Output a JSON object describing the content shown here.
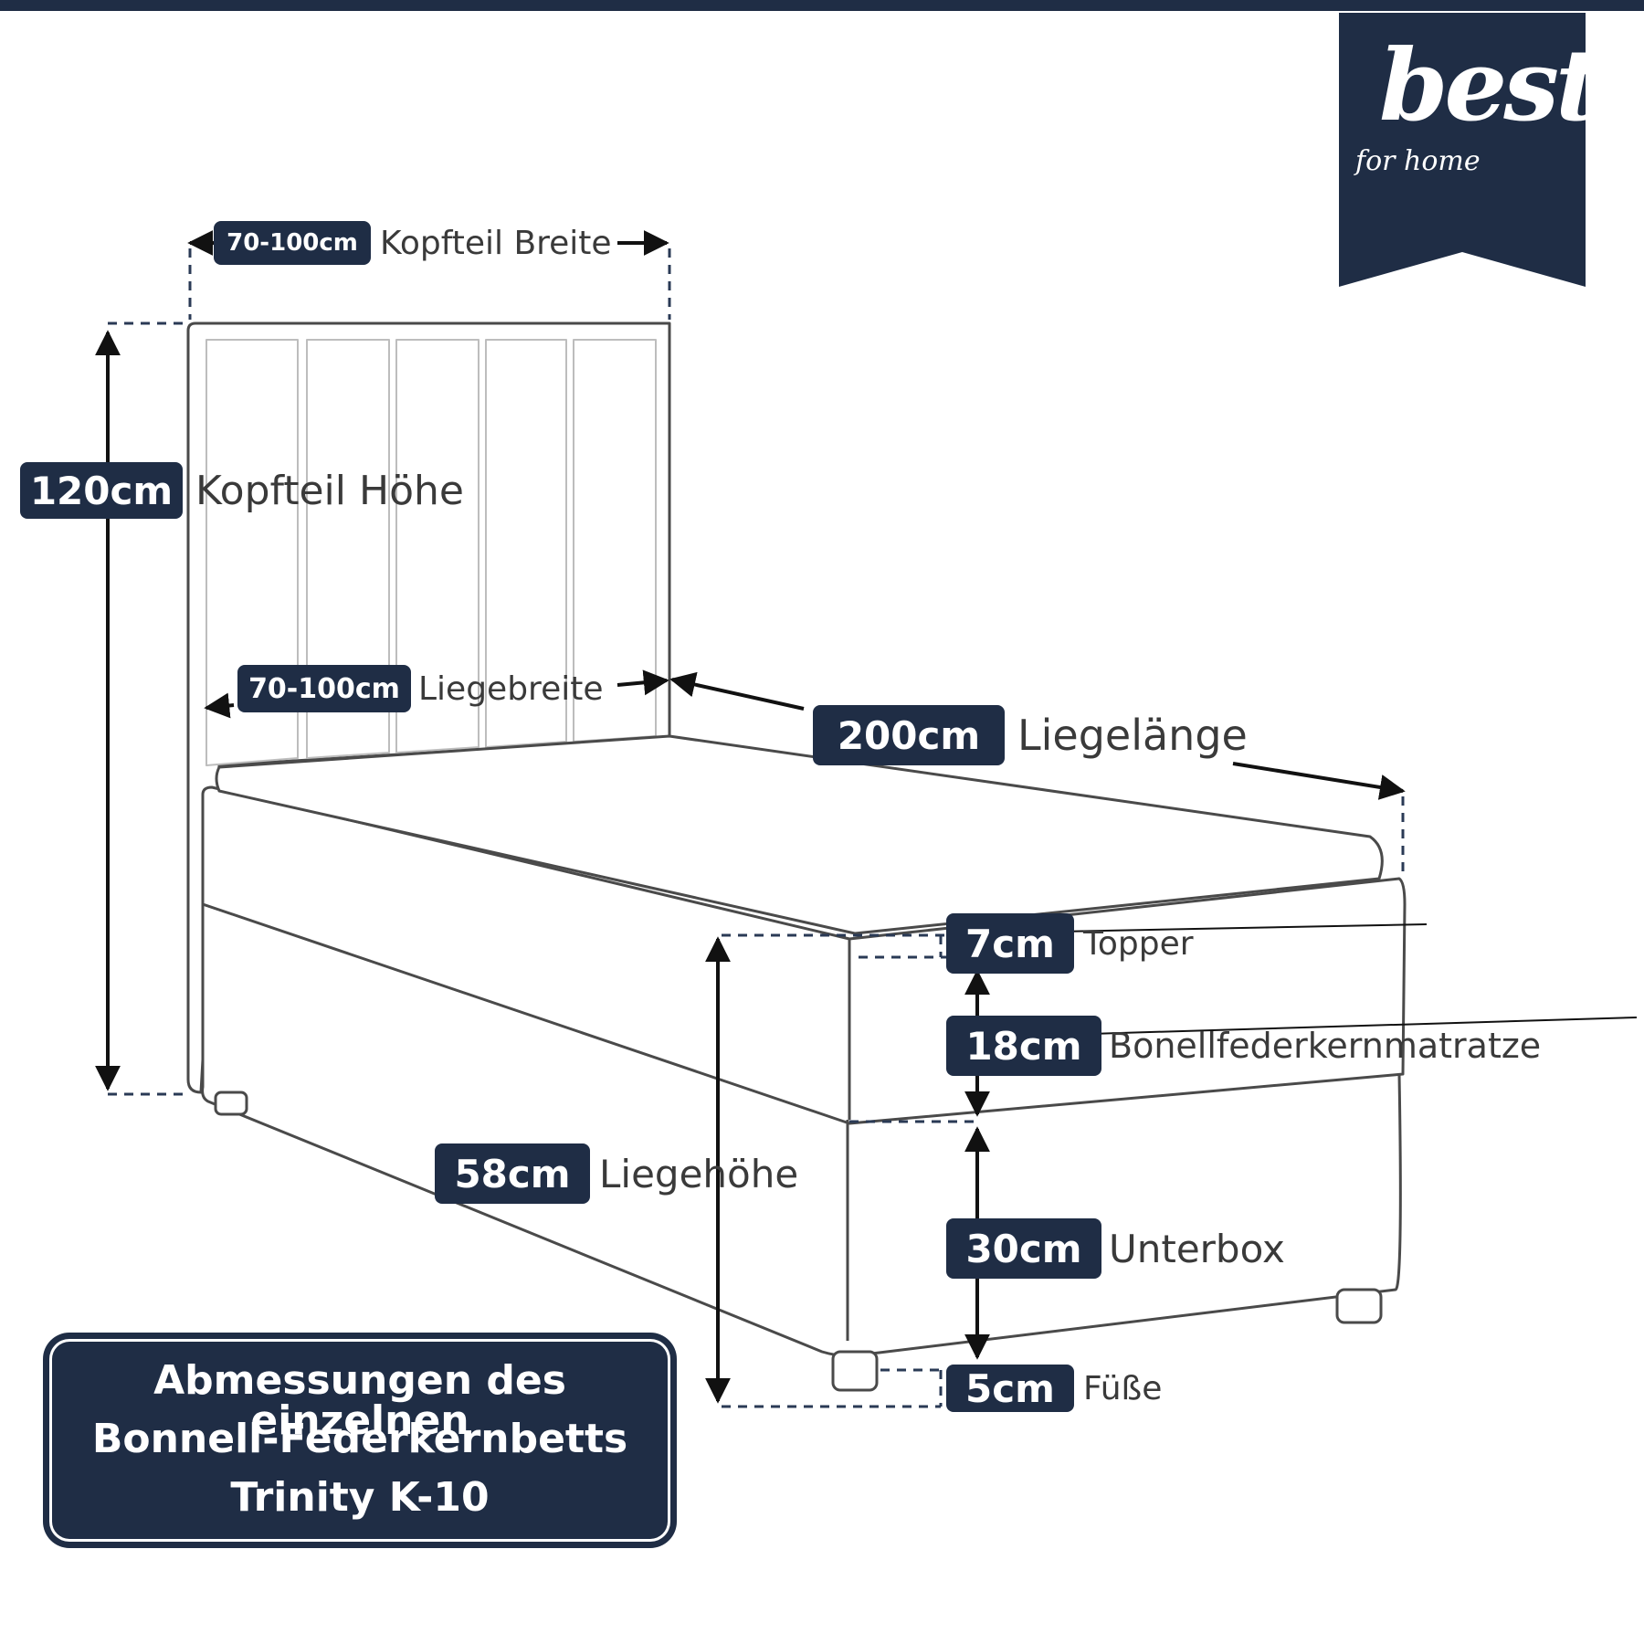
{
  "brand": {
    "logo_main": "best",
    "logo_sub": "for home",
    "color": "#1f2d45"
  },
  "title": {
    "line1": "Abmessungen des einzelnen",
    "line2": "Bonnell-Federkernbetts",
    "line3": "Trinity K-10"
  },
  "dimensions": {
    "headboard_width": {
      "value": "70-100cm",
      "label": "Kopfteil Breite"
    },
    "headboard_height": {
      "value": "120cm",
      "label": "Kopfteil Höhe"
    },
    "sleeping_width": {
      "value": "70-100cm",
      "label": "Liegebreite"
    },
    "sleeping_length": {
      "value": "200cm",
      "label": "Liegelänge"
    },
    "topper": {
      "value": "7cm",
      "label": "Topper"
    },
    "mattress": {
      "value": "18cm",
      "label": "Bonellfederkernmatratze"
    },
    "sleeping_height": {
      "value": "58cm",
      "label": "Liegehöhe"
    },
    "box": {
      "value": "30cm",
      "label": "Unterbox"
    },
    "feet": {
      "value": "5cm",
      "label": "Füße"
    }
  }
}
